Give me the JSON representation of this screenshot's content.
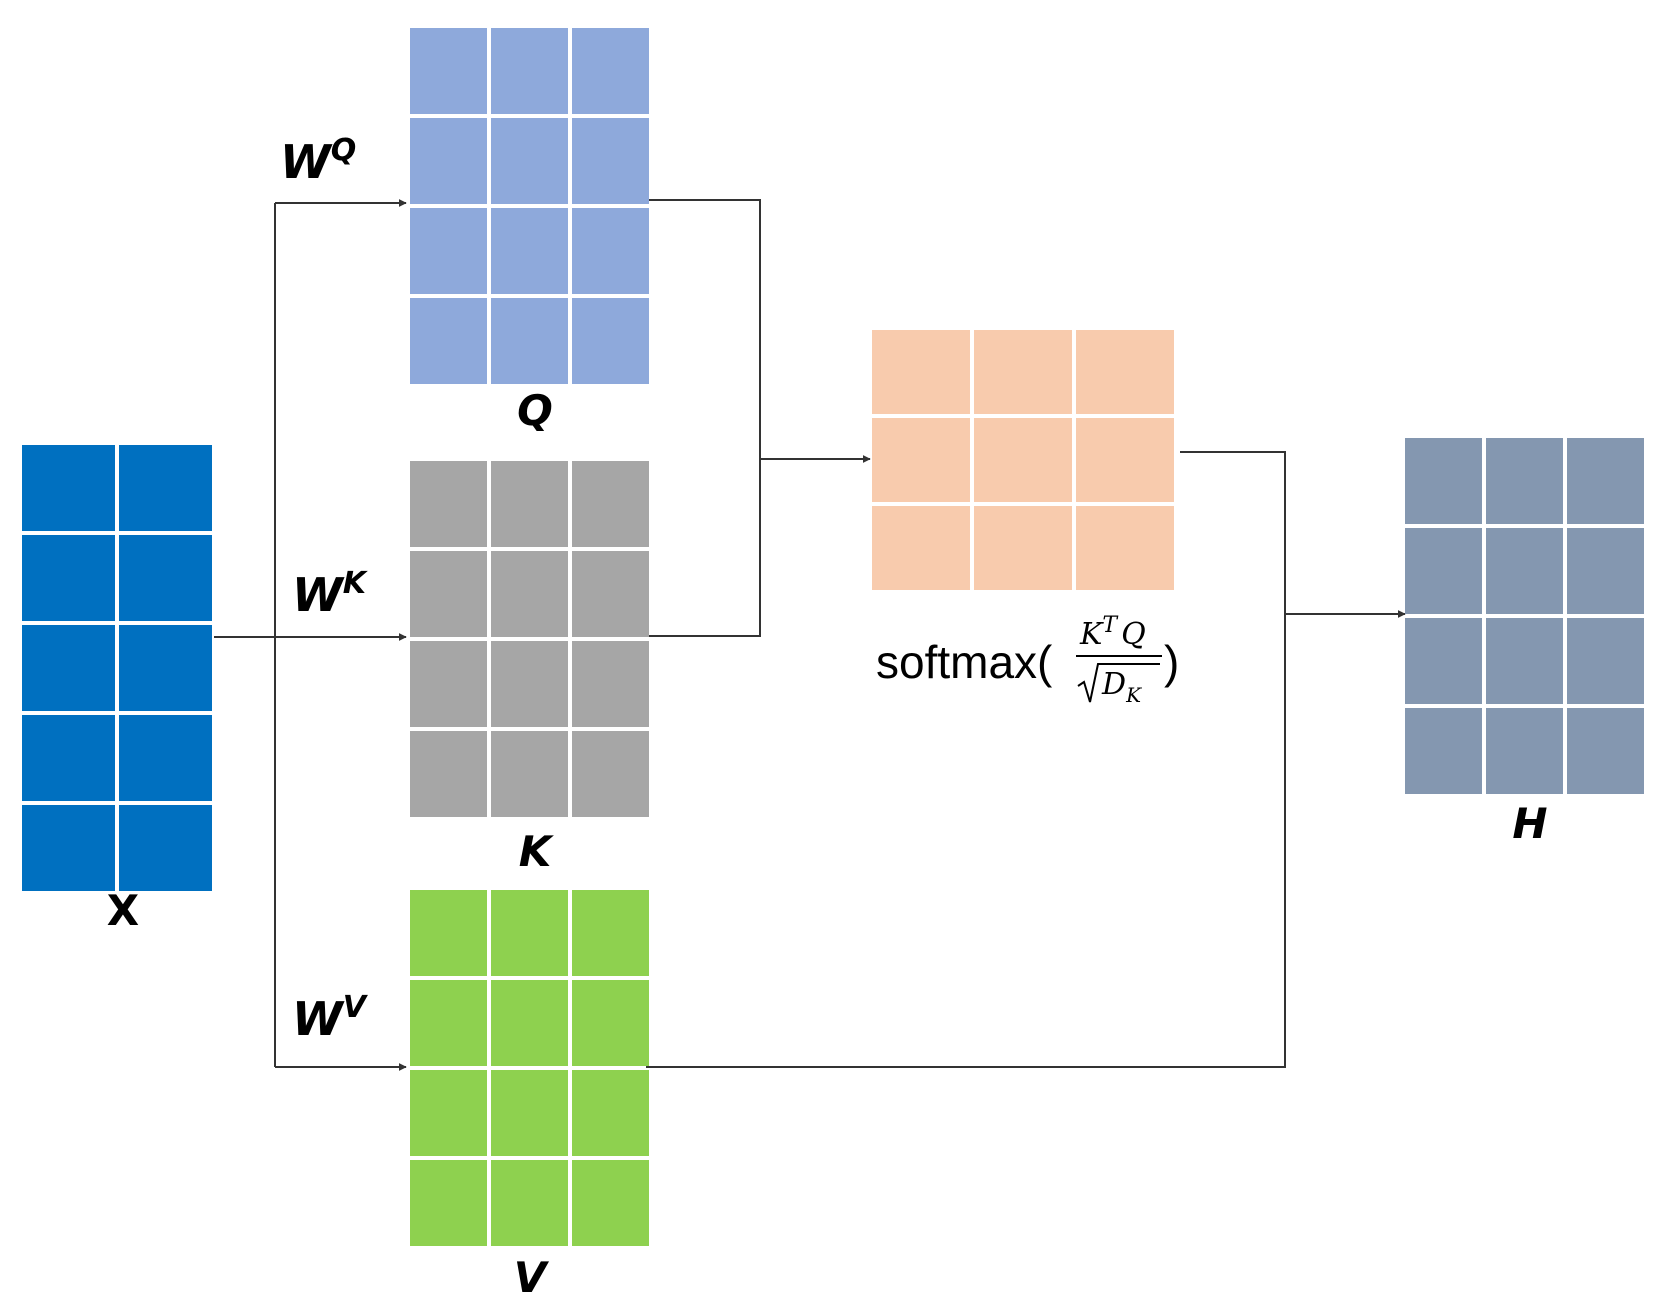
{
  "colors": {
    "X": "#0070C0",
    "Q": "#8EA9DB",
    "K": "#A6A6A6",
    "V": "#8ED14F",
    "S": "#F8CBAD",
    "H": "#8497B0",
    "line": "#333333"
  },
  "matrices": {
    "X": {
      "label": "X",
      "rows": 5,
      "cols": 2
    },
    "Q": {
      "label": "Q",
      "rows": 4,
      "cols": 3
    },
    "K": {
      "label": "K",
      "rows": 4,
      "cols": 3
    },
    "V": {
      "label": "V",
      "rows": 4,
      "cols": 3
    },
    "S": {
      "rows": 3,
      "cols": 3
    },
    "H": {
      "label": "H",
      "rows": 4,
      "cols": 3
    }
  },
  "weights": {
    "q": {
      "base": "W",
      "sup": "Q"
    },
    "k": {
      "base": "W",
      "sup": "K"
    },
    "v": {
      "base": "W",
      "sup": "V"
    }
  },
  "softmax": {
    "fn": "softmax(",
    "close": ")",
    "num_base": "K",
    "num_sup": "T",
    "num_tail": "Q",
    "den_base": "D",
    "den_sub": "K"
  }
}
